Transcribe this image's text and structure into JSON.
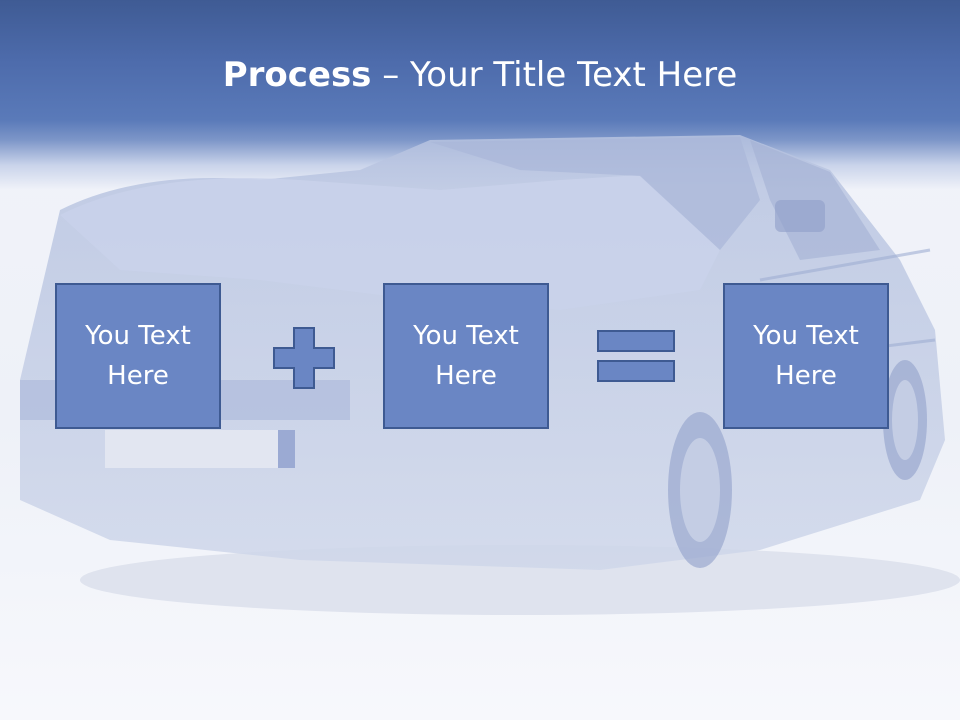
{
  "title": {
    "bold": "Process",
    "rest": " – Your Title Text Here"
  },
  "boxes": [
    {
      "label": "You Text Here"
    },
    {
      "label": "You Text Here"
    },
    {
      "label": "You Text Here"
    }
  ],
  "operators": [
    "plus-icon",
    "equals-icon"
  ],
  "colors": {
    "header": "#4d6bab",
    "box_fill": "#6a86c4",
    "box_border": "#3e5a92",
    "text": "#ffffff"
  }
}
